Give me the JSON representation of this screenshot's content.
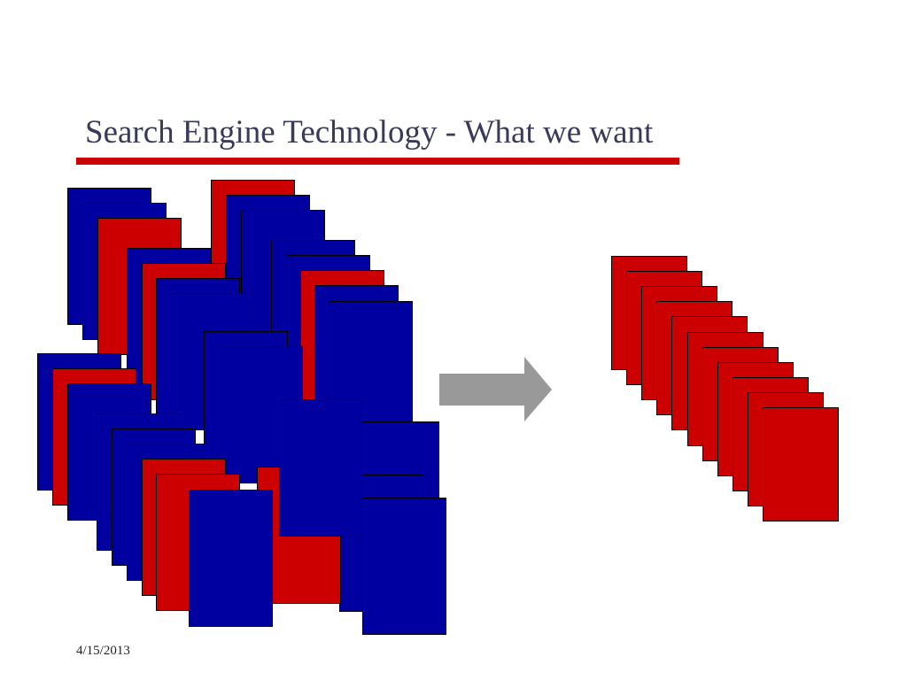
{
  "slide": {
    "title": "Search Engine Technology - What we want",
    "date": "4/15/2013"
  },
  "colors": {
    "accent": "#cc0000",
    "document_blue": "#0000a0",
    "document_red": "#cc0000",
    "arrow": "#999999",
    "title_text": "#3a3a5a"
  },
  "diagram": {
    "left_pile": {
      "description_count": 35,
      "colors": [
        "blue",
        "red",
        "blue",
        "blue",
        "red",
        "blue",
        "blue",
        "blue",
        "red",
        "blue",
        "blue",
        "red",
        "blue",
        "blue",
        "blue",
        "blue",
        "red",
        "blue",
        "blue",
        "blue",
        "blue",
        "blue",
        "blue",
        "red",
        "blue",
        "red",
        "blue",
        "red",
        "blue",
        "blue",
        "blue",
        "red",
        "blue",
        "red",
        "red"
      ]
    },
    "arrow": {
      "direction": "right"
    },
    "right_stack": {
      "colors": [
        "red",
        "red",
        "red",
        "red",
        "red",
        "red",
        "red",
        "red",
        "red",
        "red",
        "red"
      ]
    }
  }
}
